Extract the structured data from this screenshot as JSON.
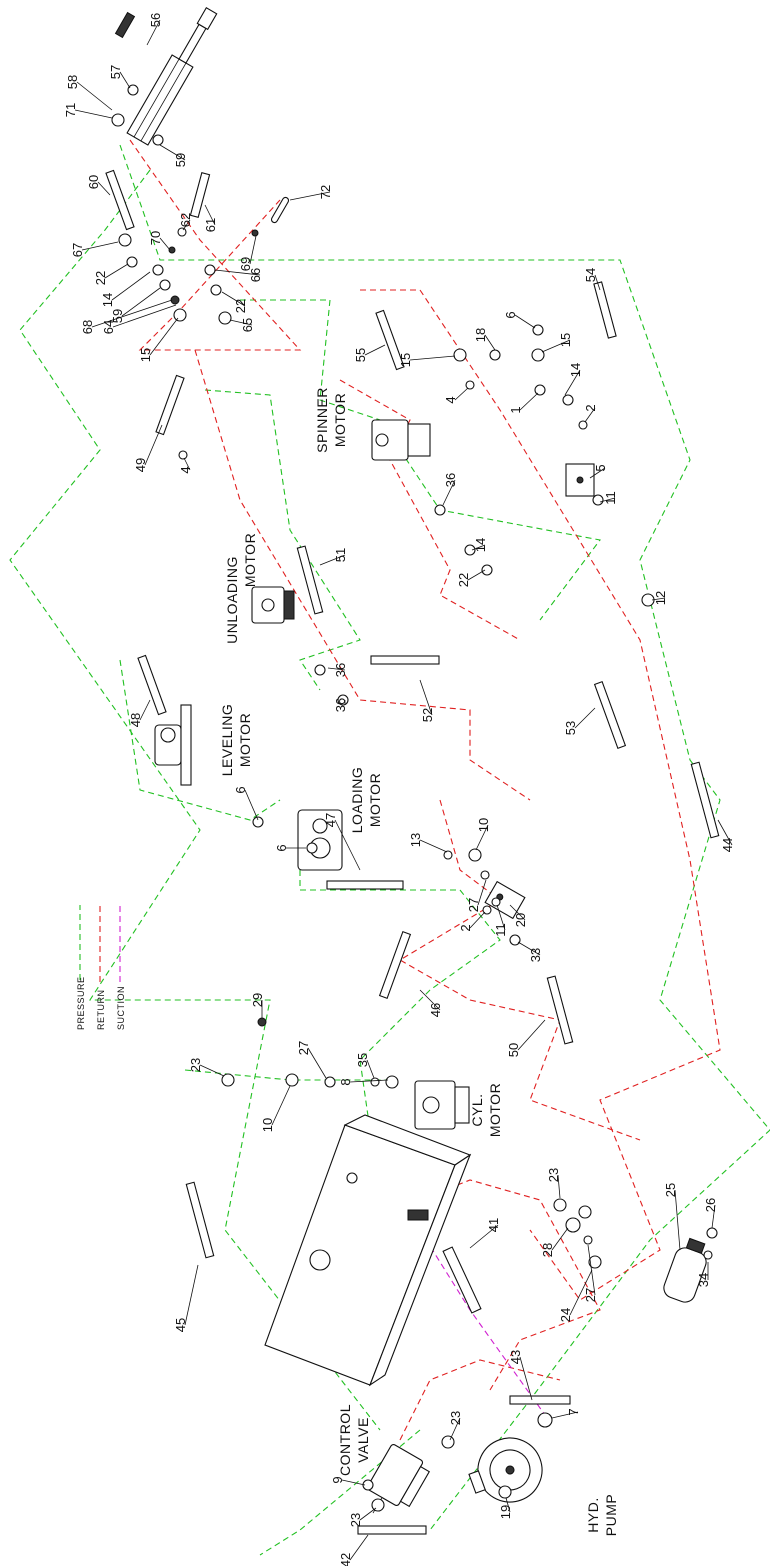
{
  "legend": {
    "pressure": "PRESSURE",
    "return": "RETURN",
    "suction": "SUCTION"
  },
  "colors": {
    "pressure": "#22c022",
    "return": "#e02020",
    "suction": "#d020d0",
    "outline": "#111111"
  },
  "components": {
    "spinner_motor": [
      "SPINNER",
      "MOTOR"
    ],
    "unloading_motor": [
      "UNLOADING",
      "MOTOR"
    ],
    "leveling_motor": [
      "LEVELING",
      "MOTOR"
    ],
    "loading_motor": [
      "LOADING",
      "MOTOR"
    ],
    "cyl_motor": [
      "CYL.",
      "MOTOR"
    ],
    "control_valve": [
      "CONTROL",
      "VALVE"
    ],
    "hyd_pump": [
      "HYD.",
      "PUMP"
    ]
  },
  "part_numbers": [
    "56",
    "57",
    "58",
    "71",
    "59",
    "60",
    "61",
    "72",
    "62",
    "67",
    "70",
    "69",
    "22",
    "14",
    "59",
    "66",
    "68",
    "64",
    "22",
    "65",
    "15",
    "15",
    "18",
    "6",
    "15",
    "54",
    "55",
    "4",
    "1",
    "14",
    "2",
    "5",
    "11",
    "36",
    "14",
    "22",
    "12",
    "51",
    "49",
    "4",
    "36",
    "36",
    "52",
    "53",
    "44",
    "48",
    "6",
    "6",
    "47",
    "13",
    "10",
    "27",
    "2",
    "11",
    "20",
    "33",
    "46",
    "50",
    "29",
    "8",
    "27",
    "35",
    "10",
    "23",
    "23",
    "25",
    "26",
    "28",
    "27",
    "24",
    "34",
    "45",
    "41",
    "43",
    "7",
    "23",
    "23",
    "9",
    "19",
    "42"
  ]
}
